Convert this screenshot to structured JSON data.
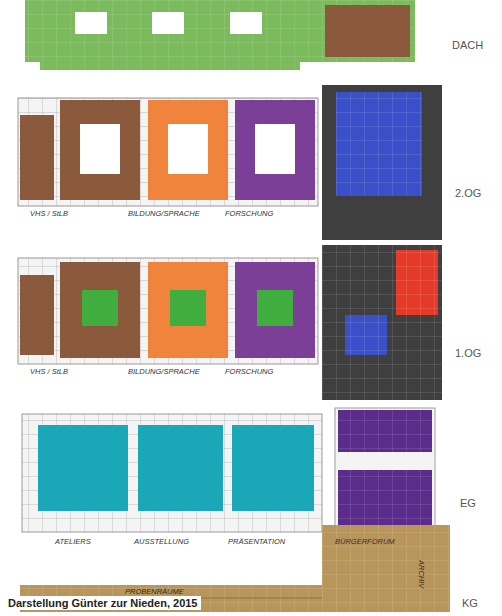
{
  "diagram": {
    "caption": "Darstellung Günter zur Nieden, 2015",
    "labels": [
      "DACH",
      "VHS / StLB",
      "BILDUNG/SPRACHE",
      "FORSCHUNG",
      "2.OG",
      "VHS / StLB",
      "BILDUNG/SPRACHE",
      "FORSCHUNG",
      "1.OG",
      "ATELIERS",
      "AUSSTELLUNG",
      "PRÄSENTATION",
      "BÜRGERFORUM",
      "EG",
      "PROBENRÄUME",
      "ARCHIV",
      "KG"
    ]
  }
}
